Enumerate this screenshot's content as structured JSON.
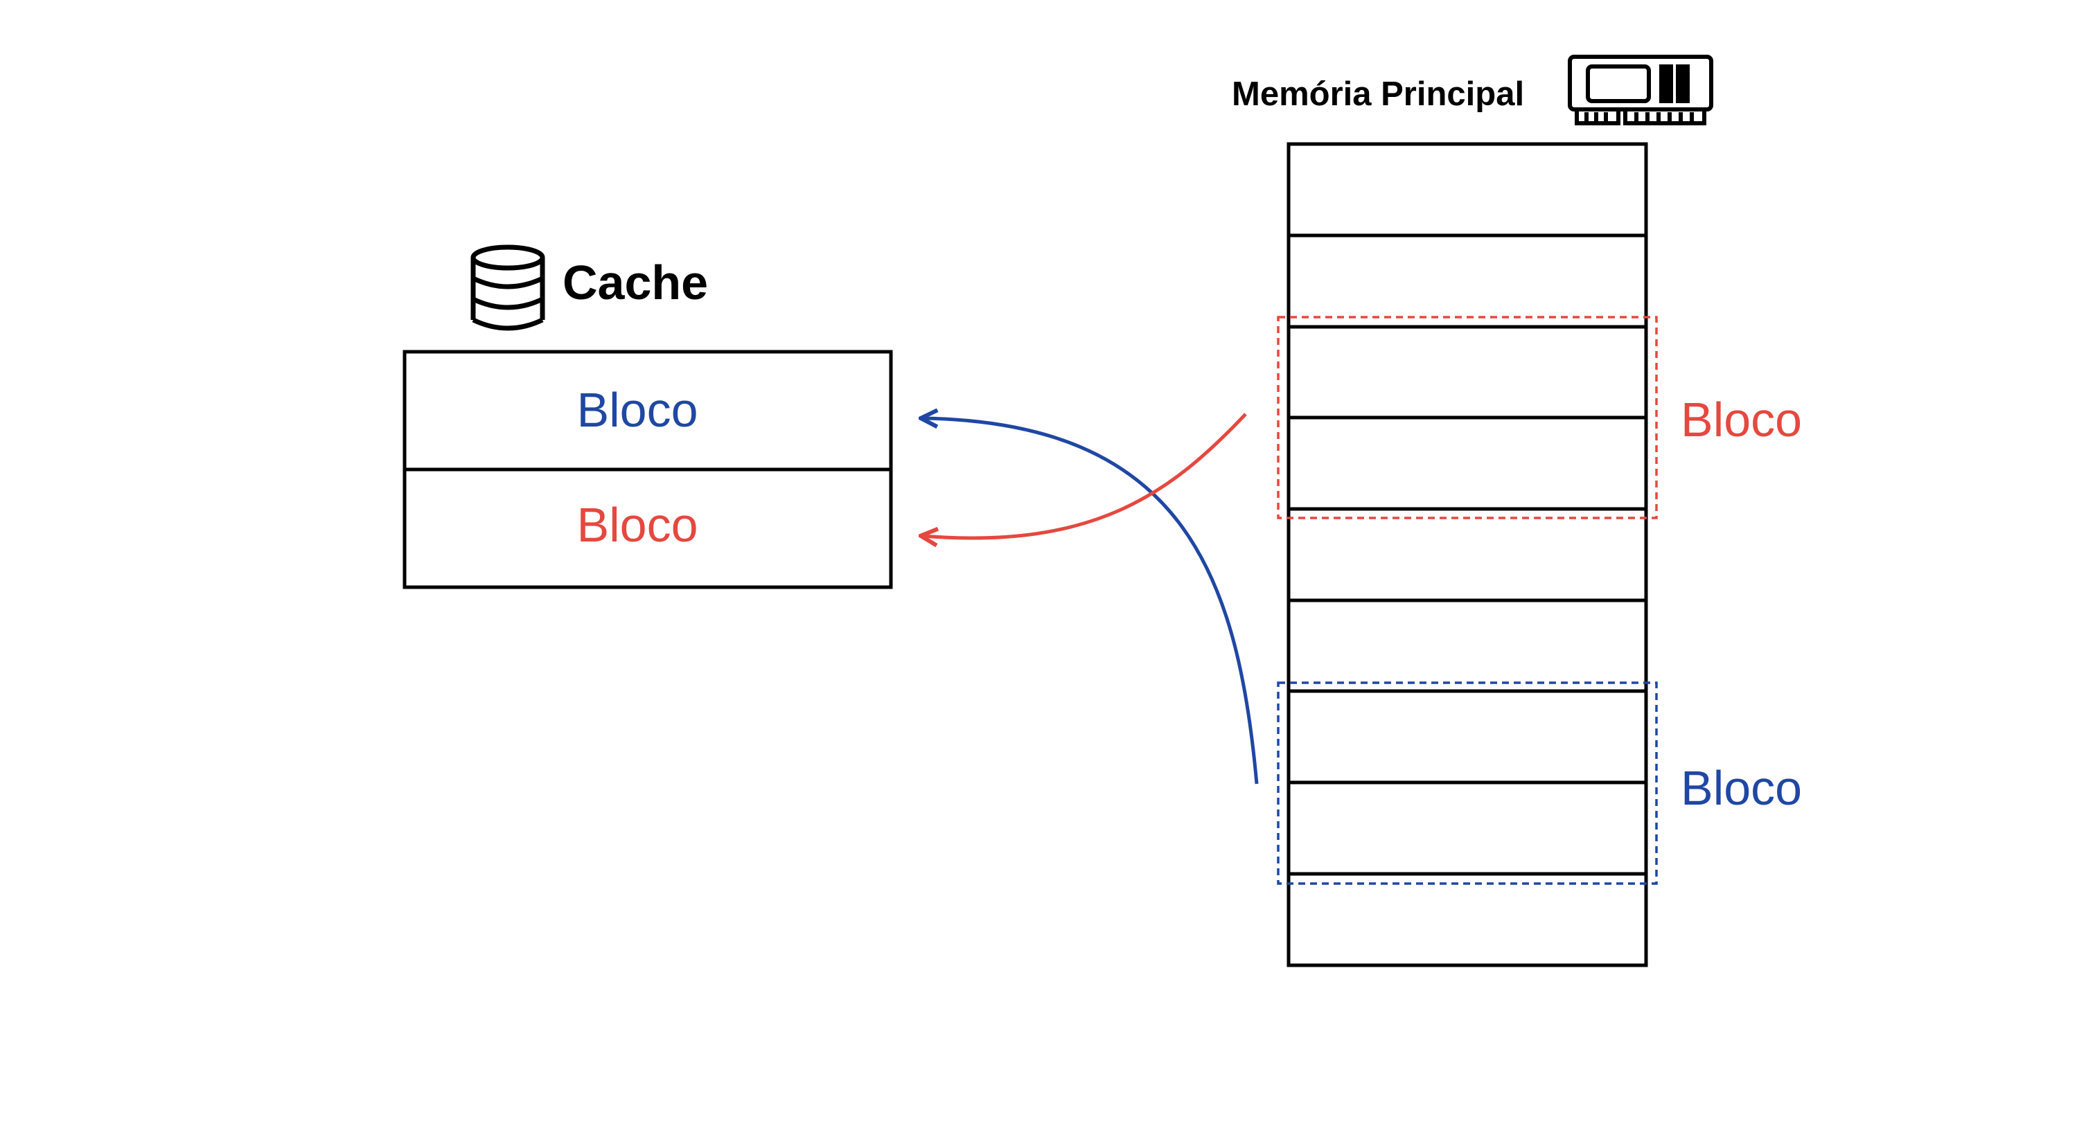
{
  "cache": {
    "title": "Cache",
    "slots": [
      {
        "label": "Bloco",
        "color_key": "blue"
      },
      {
        "label": "Bloco",
        "color_key": "red"
      }
    ]
  },
  "main_memory": {
    "title": "Memória Principal",
    "row_count": 9,
    "groups": [
      {
        "label": "Bloco",
        "color_key": "red",
        "rows": [
          2,
          3
        ]
      },
      {
        "label": "Bloco",
        "color_key": "blue",
        "rows": [
          6,
          7
        ]
      }
    ]
  },
  "colors": {
    "red": "#e5483f",
    "blue": "#1f47a3",
    "ink": "#000000"
  },
  "icons": {
    "cache": "database-icon",
    "memory": "ram-module-icon"
  }
}
